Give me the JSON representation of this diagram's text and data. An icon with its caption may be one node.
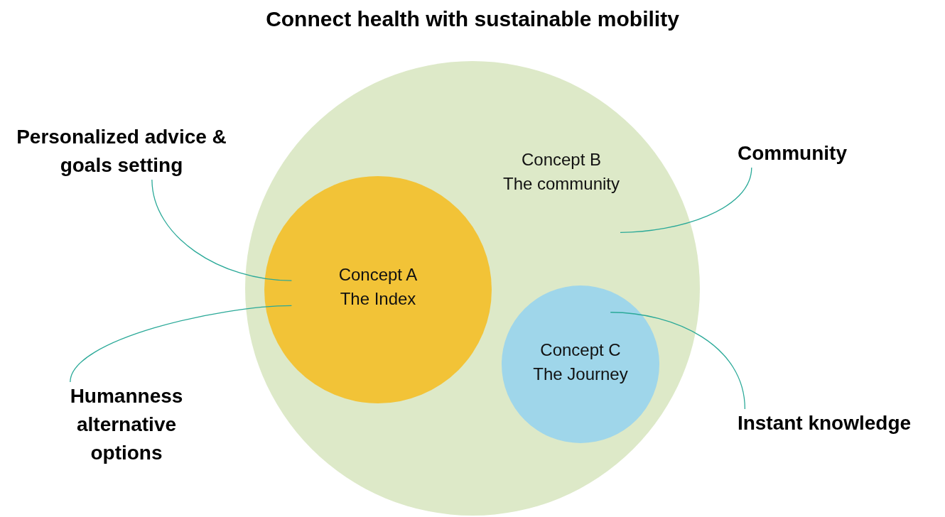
{
  "diagram": {
    "title": "Connect health with sustainable mobility",
    "nodes": [
      {
        "text": [
          "Concept B",
          "The community"
        ]
      },
      {
        "text": [
          "Concept A",
          "The Index"
        ],
        "in": 0
      },
      {
        "text": [
          "Concept C",
          "The Journey"
        ],
        "in": 0
      },
      {
        "text": [
          "Personalized advice & goals setting"
        ]
      },
      {
        "text": [
          "Humanness alternative options"
        ]
      },
      {
        "text": [
          "Community"
        ]
      },
      {
        "text": [
          "Instant knowledge"
        ]
      }
    ],
    "edges": [
      {
        "from": 3,
        "to": 1,
        "arrow": "none"
      },
      {
        "from": 4,
        "to": 1,
        "arrow": "none"
      },
      {
        "from": 5,
        "to": 0,
        "arrow": "none"
      },
      {
        "from": 6,
        "to": 2,
        "arrow": "none"
      }
    ]
  }
}
